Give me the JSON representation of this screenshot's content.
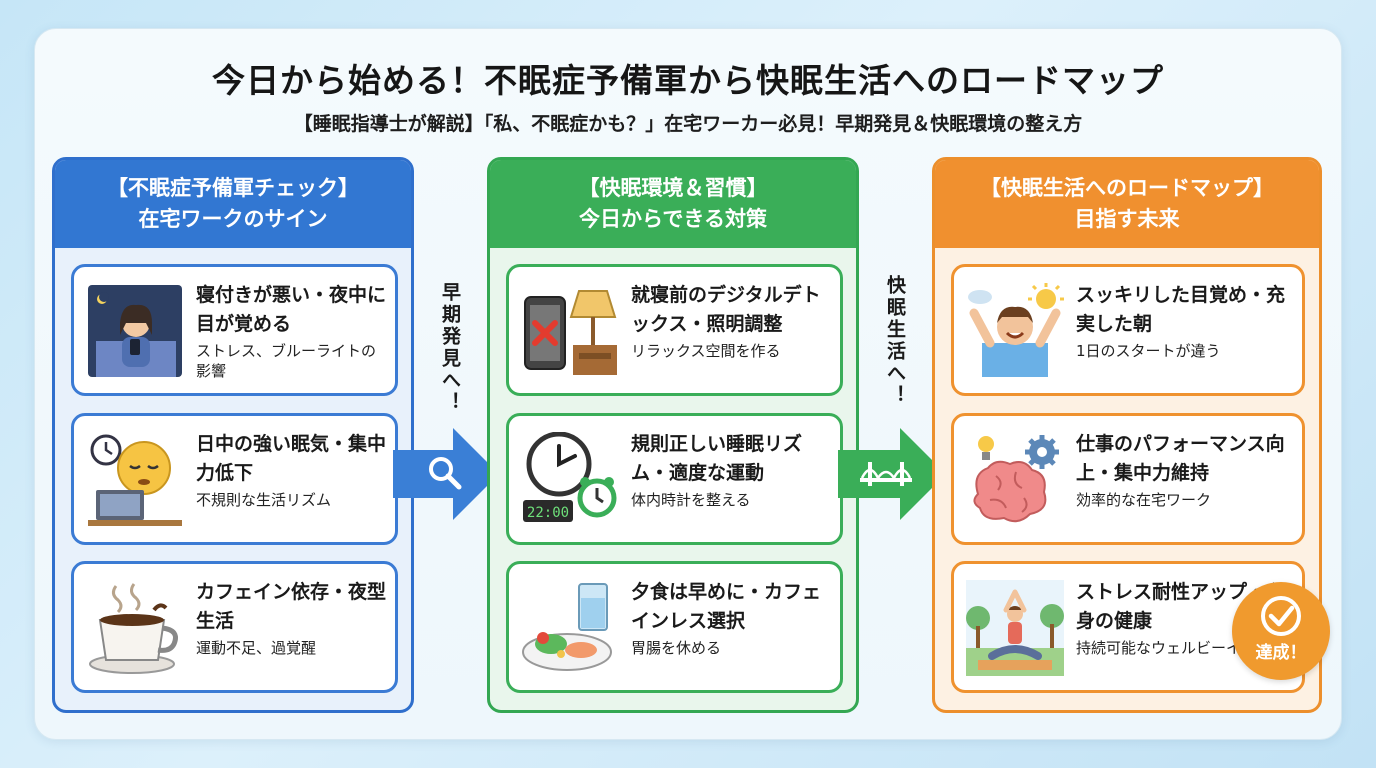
{
  "header": {
    "title": "今日から始める！不眠症予備軍から快眠生活へのロードマップ",
    "subtitle": "【睡眠指導士が解説】「私、不眠症かも？」在宅ワーカー必見！早期発見＆快眠環境の整え方"
  },
  "columns": [
    {
      "head_line1": "【不眠症予備軍チェック】",
      "head_line2": "在宅ワークのサイン",
      "color": "#3277d2",
      "items": [
        {
          "title": "寝付きが悪い・夜中に目が覚める",
          "sub": "ストレス、ブルーライトの影響",
          "icon": "phone-in-bed-icon"
        },
        {
          "title": "日中の強い眠気・集中力低下",
          "sub": "不規則な生活リズム",
          "icon": "sleepy-face-clock-icon"
        },
        {
          "title": "カフェイン依存・夜型生活",
          "sub": "運動不足、過覚醒",
          "icon": "coffee-cup-icon"
        }
      ]
    },
    {
      "head_line1": "【快眠環境＆習慣】",
      "head_line2": "今日からできる対策",
      "color": "#3aae58",
      "items": [
        {
          "title": "就寝前のデジタルデトックス・照明調整",
          "sub": "リラックス空間を作る",
          "icon": "phone-lamp-icon"
        },
        {
          "title": "規則正しい睡眠リズム・適度な運動",
          "sub": "体内時計を整える",
          "icon": "clock-alarm-icon"
        },
        {
          "title": "夕食は早めに・カフェインレス選択",
          "sub": "胃腸を休める",
          "icon": "meal-plate-icon"
        }
      ]
    },
    {
      "head_line1": "【快眠生活へのロードマップ】",
      "head_line2": "目指す未来",
      "color": "#f0902f",
      "items": [
        {
          "title": "スッキリした目覚め・充実した朝",
          "sub": "1日のスタートが違う",
          "icon": "happy-wakeup-icon"
        },
        {
          "title": "仕事のパフォーマンス向上・集中力維持",
          "sub": "効率的な在宅ワーク",
          "icon": "brain-gear-icon"
        },
        {
          "title": "ストレス耐性アップ・心身の健康",
          "sub": "持続可能なウェルビーイング",
          "icon": "yoga-icon"
        }
      ]
    }
  ],
  "arrows": {
    "first_label": "早期発見へ！",
    "second_label": "快眠生活へ！"
  },
  "badge": {
    "label": "達成！",
    "color": "#f09a2e"
  }
}
